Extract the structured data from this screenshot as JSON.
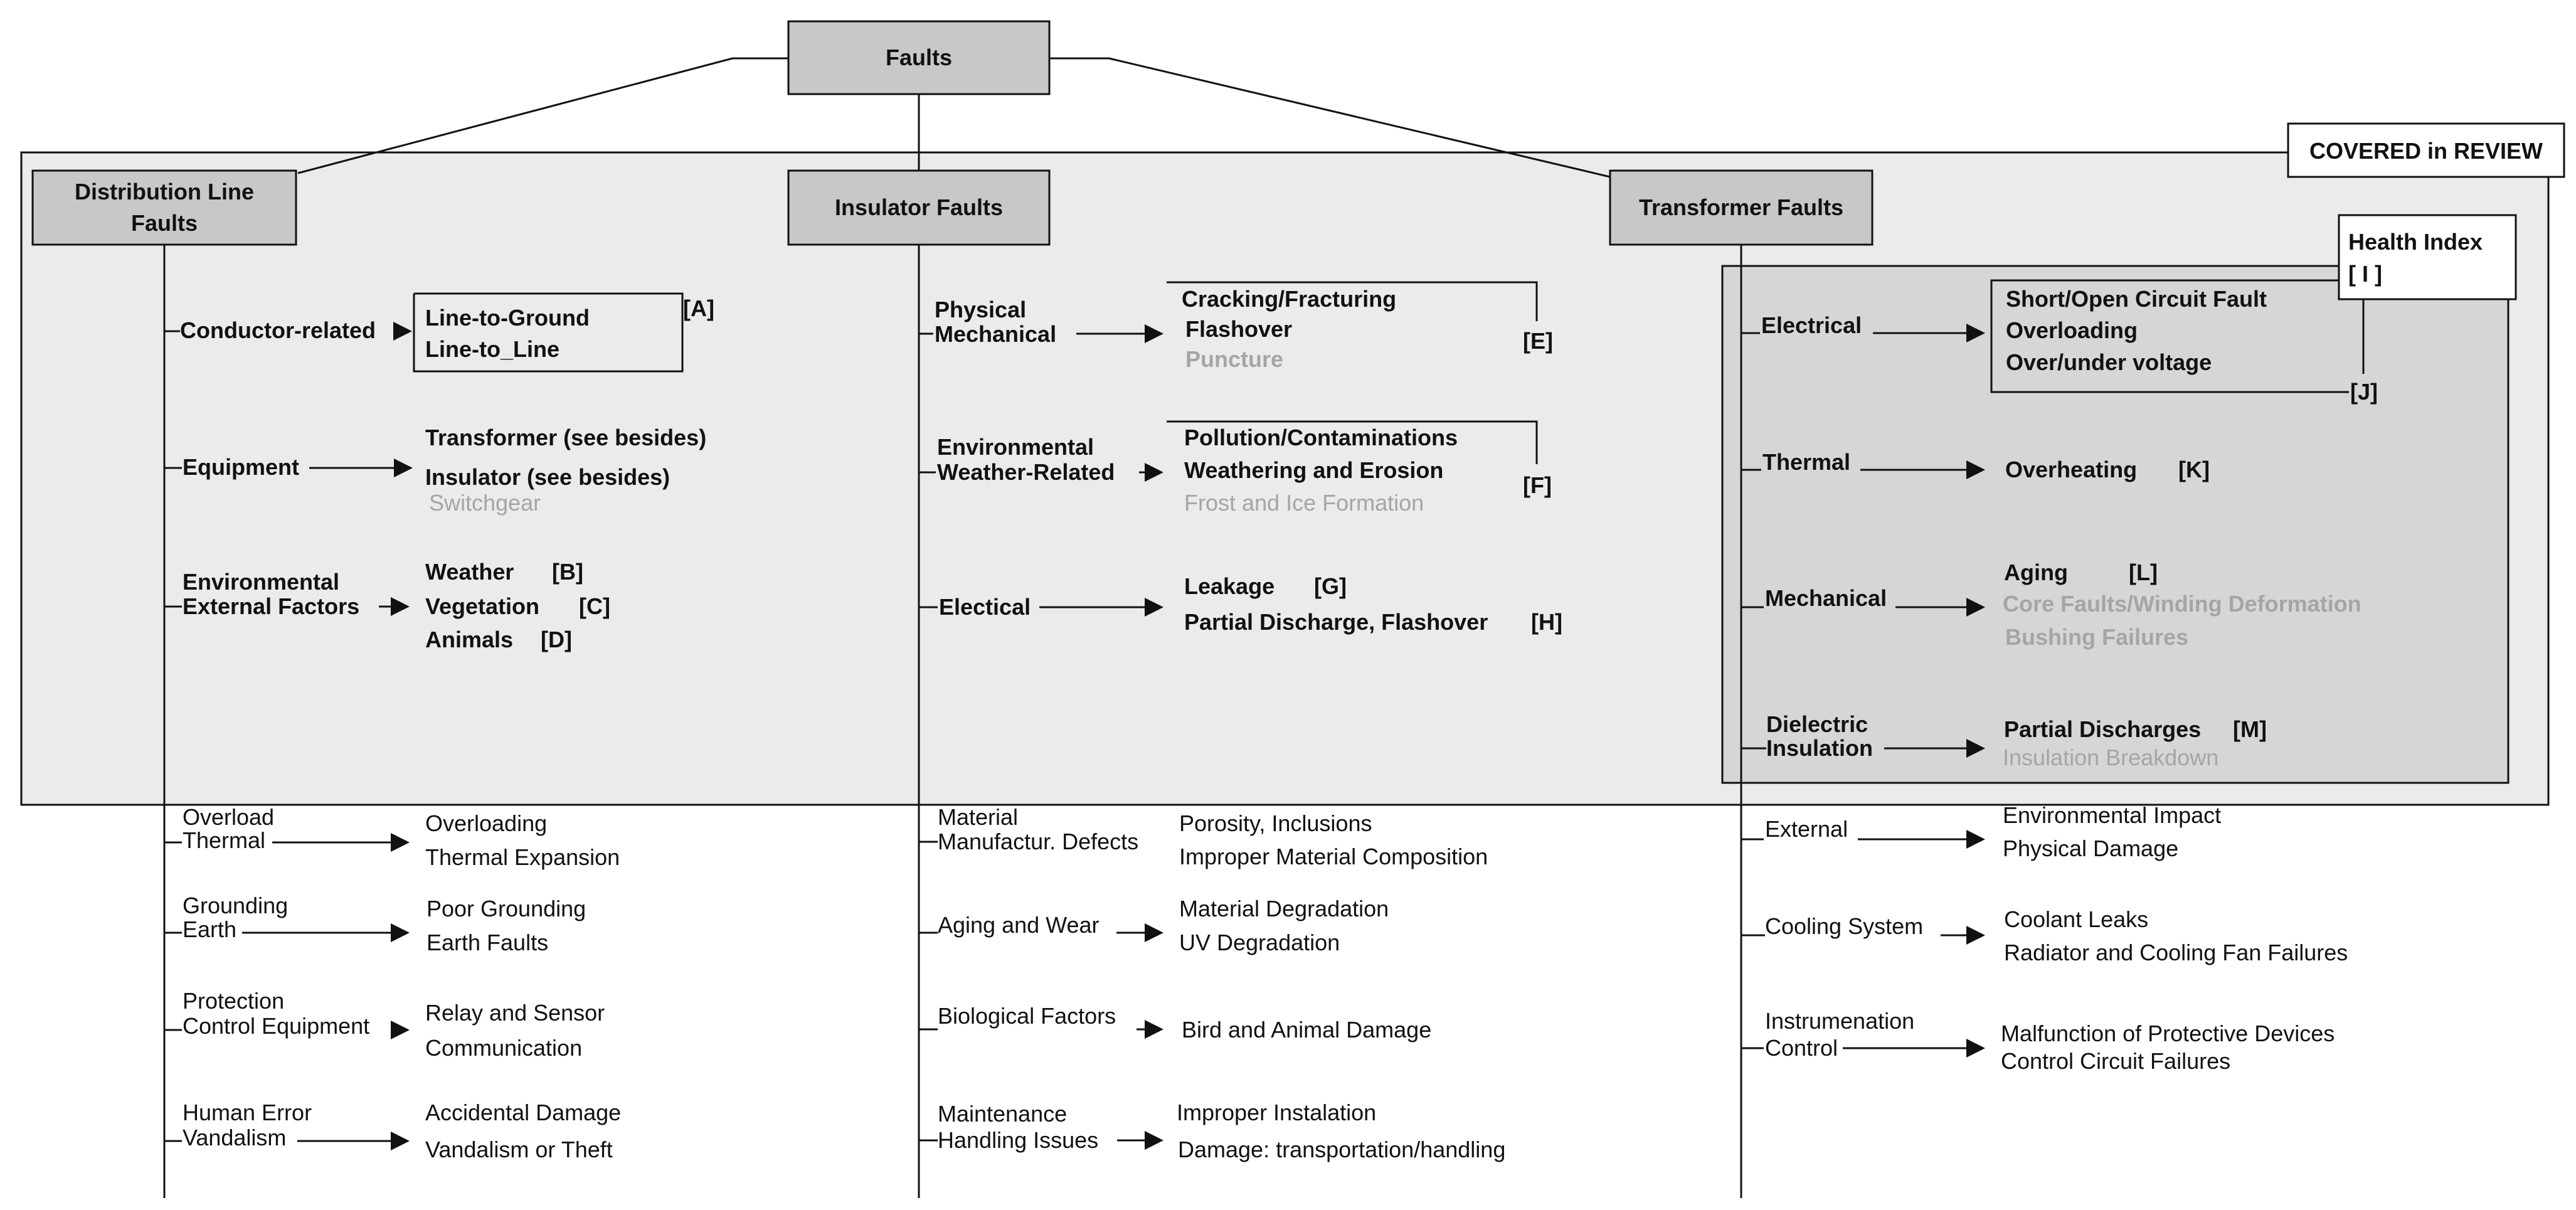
{
  "diagram": {
    "root": "Faults",
    "review_label": "COVERED in REVIEW",
    "health_index": [
      "Health Index",
      "[ I ]"
    ],
    "categories": {
      "distribution": {
        "title": [
          "Distribution Line",
          "Faults"
        ],
        "branches": [
          {
            "label": [
              "Conductor-related"
            ],
            "items": [
              "Line-to-Ground",
              "Line-to_Line"
            ],
            "tag": "[A]"
          },
          {
            "label": [
              "Equipment"
            ],
            "items": [
              "Transformer (see besides)",
              "Insulator (see besides)"
            ],
            "gray_items": [
              "Switchgear"
            ]
          },
          {
            "label": [
              "Environmental",
              "External Factors"
            ],
            "items": [
              {
                "text": "Weather",
                "tag": "[B]"
              },
              {
                "text": "Vegetation",
                "tag": "[C]"
              },
              {
                "text": "Animals",
                "tag": "[D]"
              }
            ]
          },
          {
            "label": [
              "Overload",
              "Thermal"
            ],
            "items": [
              "Overloading",
              "Thermal Expansion"
            ]
          },
          {
            "label": [
              "Grounding",
              "Earth"
            ],
            "items": [
              "Poor Grounding",
              "Earth Faults"
            ]
          },
          {
            "label": [
              "Protection",
              "Control Equipment"
            ],
            "items": [
              "Relay and Sensor",
              "Communication"
            ]
          },
          {
            "label": [
              "Human Error",
              "Vandalism"
            ],
            "items": [
              "Accidental Damage",
              "Vandalism or Theft"
            ]
          }
        ]
      },
      "insulator": {
        "title": [
          "Insulator Faults"
        ],
        "branches": [
          {
            "label": [
              "Physical",
              "Mechanical"
            ],
            "items": [
              "Cracking/Fracturing",
              "Flashover"
            ],
            "gray_items": [
              "Puncture"
            ],
            "tag": "[E]"
          },
          {
            "label": [
              "Environmental",
              "Weather-Related"
            ],
            "items": [
              "Pollution/Contaminations",
              "Weathering and Erosion"
            ],
            "gray_items": [
              "Frost and Ice Formation"
            ],
            "tag": "[F]"
          },
          {
            "label": [
              "Electical"
            ],
            "items": [
              {
                "text": "Leakage",
                "tag": "[G]"
              },
              {
                "text": "Partial Discharge, Flashover",
                "tag": "[H]"
              }
            ]
          },
          {
            "label": [
              "Material",
              "Manufactur. Defects"
            ],
            "items": [
              "Porosity, Inclusions",
              "Improper Material Composition"
            ]
          },
          {
            "label": [
              "Aging and Wear"
            ],
            "items": [
              "Material Degradation",
              "UV Degradation"
            ]
          },
          {
            "label": [
              "Biological Factors"
            ],
            "items": [
              "Bird and Animal Damage"
            ]
          },
          {
            "label": [
              "Maintenance",
              "Handling Issues"
            ],
            "items": [
              "Improper Instalation",
              "Damage: transportation/handling"
            ]
          }
        ]
      },
      "transformer": {
        "title": [
          "Transformer Faults"
        ],
        "branches": [
          {
            "label": [
              "Electrical"
            ],
            "items": [
              "Short/Open Circuit Fault",
              "Overloading",
              "Over/under voltage"
            ],
            "tag": "[J]"
          },
          {
            "label": [
              "Thermal"
            ],
            "items": [
              {
                "text": "Overheating",
                "tag": "[K]"
              }
            ]
          },
          {
            "label": [
              "Mechanical"
            ],
            "items": [
              {
                "text": "Aging",
                "tag": "[L]"
              }
            ],
            "gray_items": [
              "Core Faults/Winding Deformation",
              "Bushing Failures"
            ]
          },
          {
            "label": [
              "Dielectric",
              "Insulation"
            ],
            "items": [
              {
                "text": "Partial Discharges",
                "tag": "[M]"
              }
            ],
            "gray_items": [
              "Insulation Breakdown"
            ]
          },
          {
            "label": [
              "External"
            ],
            "items": [
              "Environmental Impact",
              "Physical Damage"
            ]
          },
          {
            "label": [
              "Cooling System"
            ],
            "items": [
              "Coolant Leaks",
              "Radiator and Cooling Fan Failures"
            ]
          },
          {
            "label": [
              "Instrumenation",
              "Control"
            ],
            "items": [
              "Malfunction of Protective Devices",
              "Control Circuit Failures"
            ]
          }
        ]
      }
    }
  },
  "colors": {
    "box_fill": "#c8c8c8",
    "review_region": "#ebebeb",
    "transformer_review_region": "#d6d6d6",
    "gray_text": "#a5a5a5",
    "line": "#111111"
  }
}
